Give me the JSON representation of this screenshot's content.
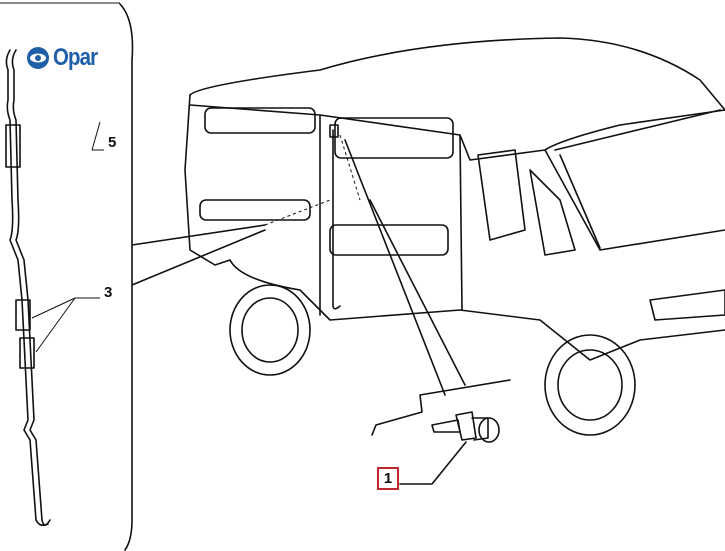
{
  "logo": {
    "brand": "Opar"
  },
  "labels": {
    "part_1": "1",
    "part_3": "3",
    "part_5": "5"
  },
  "colors": {
    "brand_blue": "#1f5fa8",
    "callout_border": "#c0282d"
  }
}
